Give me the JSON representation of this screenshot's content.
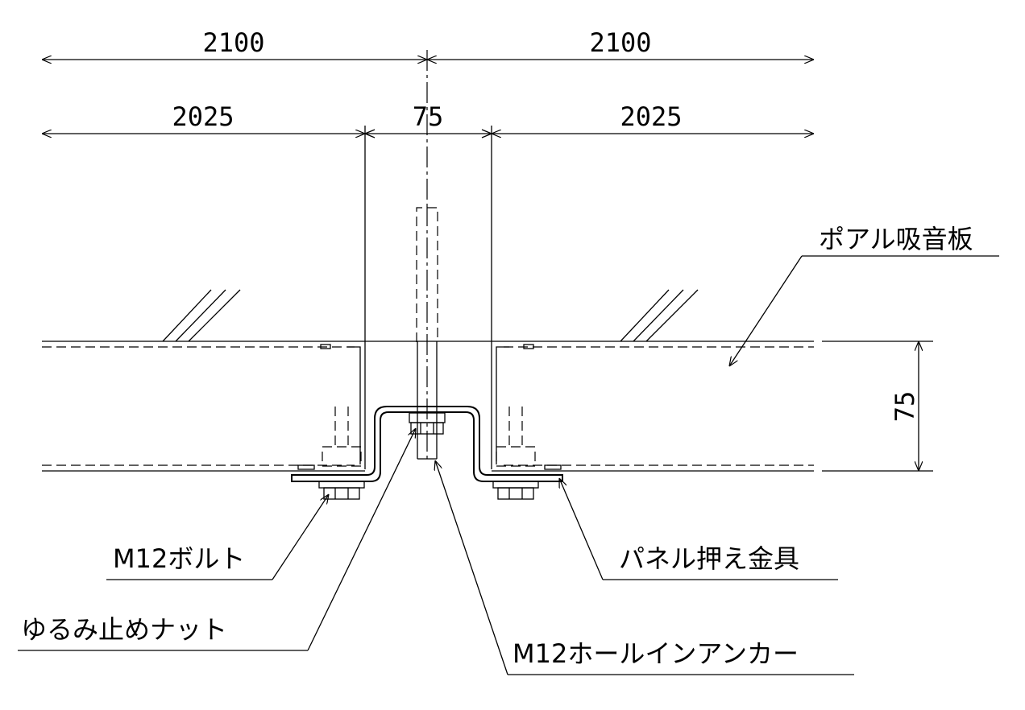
{
  "dimensions": {
    "top_left": "2100",
    "top_right": "2100",
    "mid_left": "2025",
    "mid_center": "75",
    "mid_right": "2025",
    "panel_thickness": "75"
  },
  "labels": {
    "panel": "ポアル吸音板",
    "bolt": "M12ボルト",
    "lock_nut": "ゆるみ止めナット",
    "clamp": "パネル押え金具",
    "anchor": "M12ホールインアンカー"
  }
}
